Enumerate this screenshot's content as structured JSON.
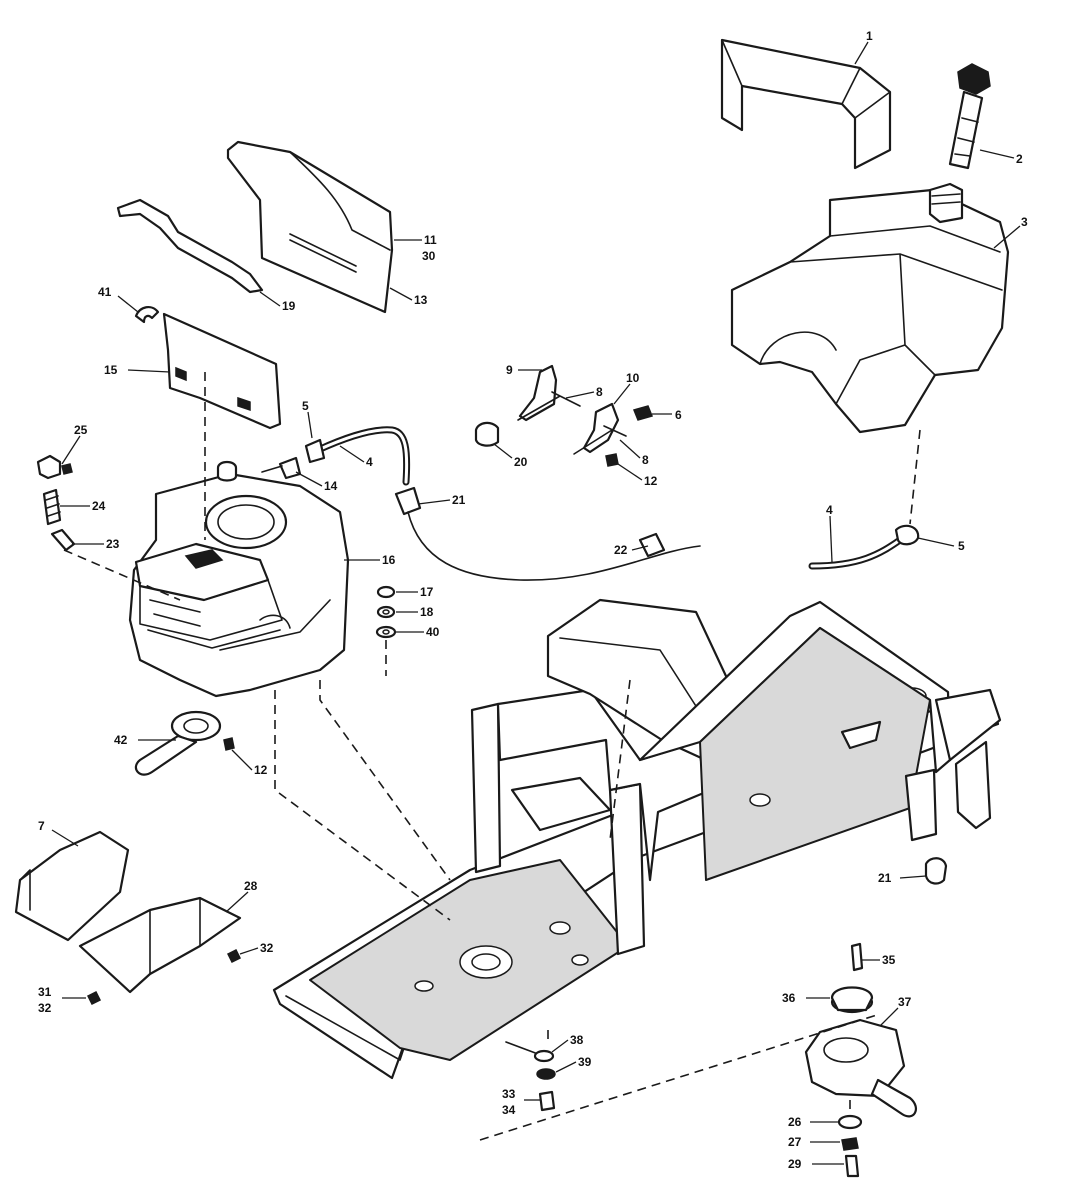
{
  "callouts": [
    {
      "id": "c1",
      "label": "1"
    },
    {
      "id": "c2",
      "label": "2"
    },
    {
      "id": "c3",
      "label": "3"
    },
    {
      "id": "c11",
      "label": "11"
    },
    {
      "id": "c30",
      "label": "30"
    },
    {
      "id": "c13",
      "label": "13"
    },
    {
      "id": "c19",
      "label": "19"
    },
    {
      "id": "c41",
      "label": "41"
    },
    {
      "id": "c15",
      "label": "15"
    },
    {
      "id": "c9",
      "label": "9"
    },
    {
      "id": "c8a",
      "label": "8"
    },
    {
      "id": "c10",
      "label": "10"
    },
    {
      "id": "c6",
      "label": "6"
    },
    {
      "id": "c20",
      "label": "20"
    },
    {
      "id": "c8b",
      "label": "8"
    },
    {
      "id": "c12a",
      "label": "12"
    },
    {
      "id": "c5a",
      "label": "5"
    },
    {
      "id": "c4a",
      "label": "4"
    },
    {
      "id": "c14",
      "label": "14"
    },
    {
      "id": "c21a",
      "label": "21"
    },
    {
      "id": "c25",
      "label": "25"
    },
    {
      "id": "c24",
      "label": "24"
    },
    {
      "id": "c23",
      "label": "23"
    },
    {
      "id": "c16",
      "label": "16"
    },
    {
      "id": "c4b",
      "label": "4"
    },
    {
      "id": "c5b",
      "label": "5"
    },
    {
      "id": "c22",
      "label": "22"
    },
    {
      "id": "c17",
      "label": "17"
    },
    {
      "id": "c18",
      "label": "18"
    },
    {
      "id": "c40",
      "label": "40"
    },
    {
      "id": "c42",
      "label": "42"
    },
    {
      "id": "c12b",
      "label": "12"
    },
    {
      "id": "c7",
      "label": "7"
    },
    {
      "id": "c28",
      "label": "28"
    },
    {
      "id": "c32a",
      "label": "32"
    },
    {
      "id": "c31",
      "label": "31"
    },
    {
      "id": "c32b",
      "label": "32"
    },
    {
      "id": "c21b",
      "label": "21"
    },
    {
      "id": "c35",
      "label": "35"
    },
    {
      "id": "c36",
      "label": "36"
    },
    {
      "id": "c37",
      "label": "37"
    },
    {
      "id": "c38",
      "label": "38"
    },
    {
      "id": "c39",
      "label": "39"
    },
    {
      "id": "c33",
      "label": "33"
    },
    {
      "id": "c34",
      "label": "34"
    },
    {
      "id": "c26",
      "label": "26"
    },
    {
      "id": "c27",
      "label": "27"
    },
    {
      "id": "c29",
      "label": "29"
    }
  ]
}
